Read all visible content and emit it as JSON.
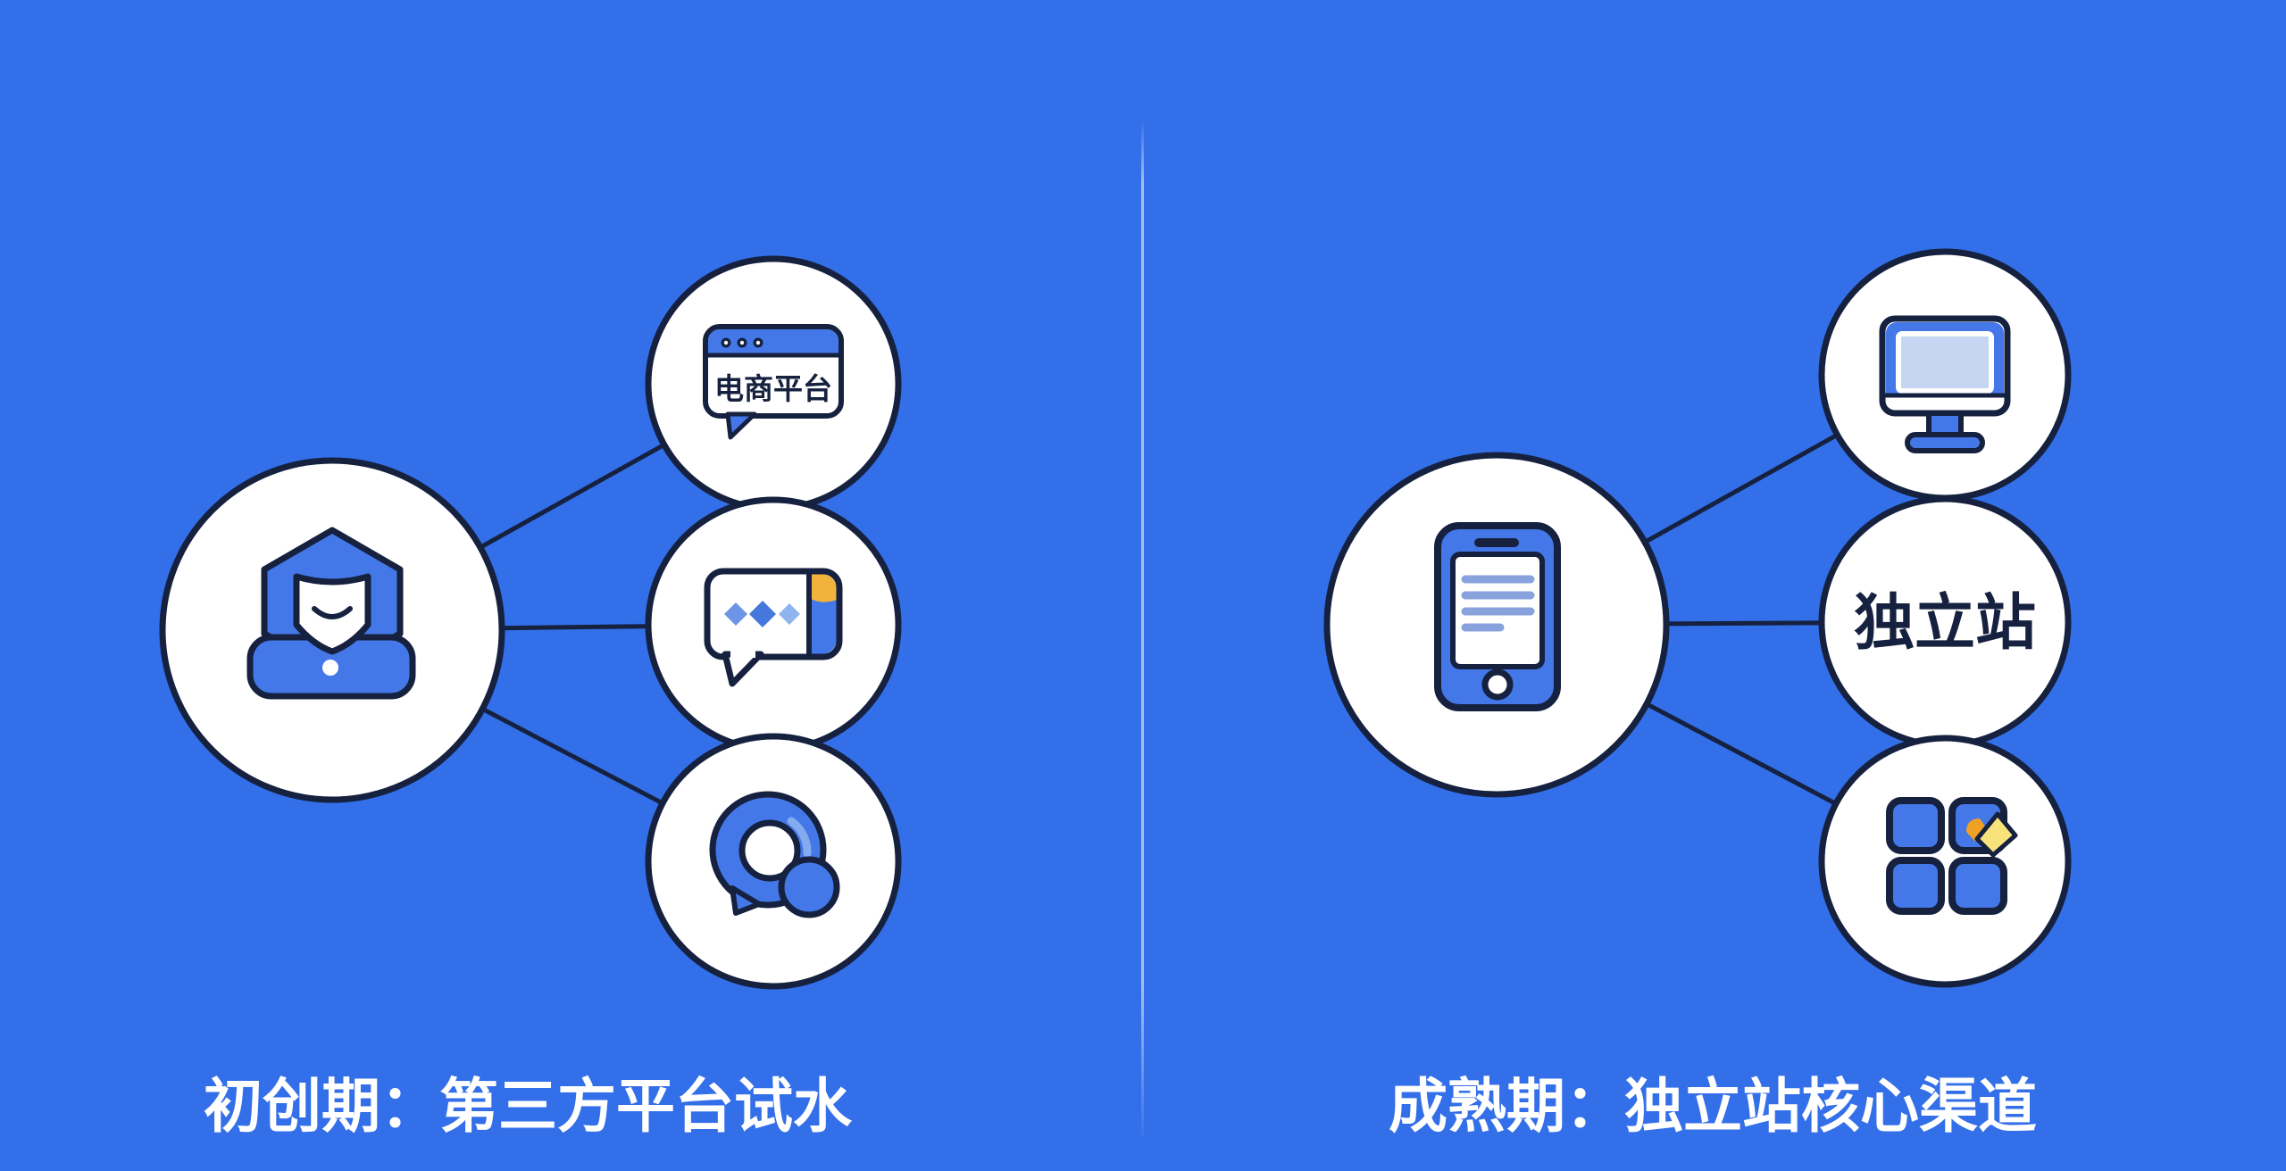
{
  "colors": {
    "background": "#336FE8",
    "outline": "#15213F",
    "circle_fill": "#FFFFFF",
    "icon_blue": "#4478E8",
    "icon_blue_medium": "#6D95E6",
    "icon_blue_dark": "#4677DC",
    "icon_blue_sky": "#8FB5EF",
    "monitor_panel": "#C5D5F2",
    "phone_text_line": "#88A2DE",
    "accent_yellow": "#F2B33D",
    "accent_yellow_light": "#F8E27A",
    "accent_orange": "#F0A125",
    "divider": "#CDD9F2",
    "caption_text": "#FFFFFF",
    "highlight_blue": "#A8C4F4"
  },
  "left_panel": {
    "caption": "初创期：第三方平台试水",
    "hub_icon": "person-icon",
    "satellites": [
      {
        "icon": "ecommerce-browser-icon",
        "label": "电商平台"
      },
      {
        "icon": "chat-bubble-icon"
      },
      {
        "icon": "gear-chat-icon"
      }
    ]
  },
  "right_panel": {
    "caption": "成熟期：独立站核心渠道",
    "hub_icon": "smartphone-icon",
    "satellites": [
      {
        "icon": "desktop-monitor-icon"
      },
      {
        "icon": "independent-site-label",
        "label": "独立站"
      },
      {
        "icon": "app-grid-edit-icon"
      }
    ]
  }
}
